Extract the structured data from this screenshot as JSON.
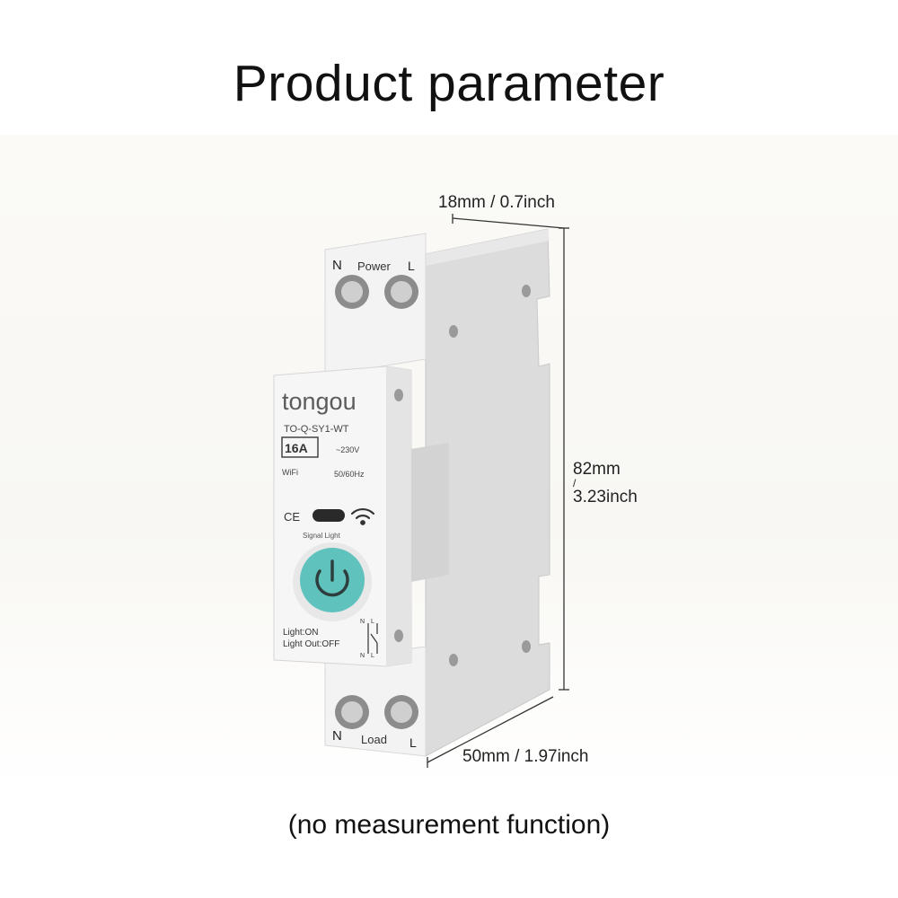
{
  "title": "Product parameter",
  "footnote": "(no measurement function)",
  "dimensions": {
    "width": "18mm / 0.7inch",
    "height_mm": "82mm",
    "height_sep": "/",
    "height_inch": "3.23inch",
    "depth": "50mm / 1.97inch"
  },
  "device": {
    "brand": "tongou",
    "model": "TO-Q-SY1-WT",
    "current": "16A",
    "voltage": "~230V",
    "connectivity": "WiFi",
    "frequency": "50/60Hz",
    "ce_mark": "CE",
    "signal_light": "Signal Light",
    "light_on": "Light:ON",
    "light_off": "Light Out:OFF",
    "top_terminal_n": "N",
    "top_terminal_label": "Power",
    "top_terminal_l": "L",
    "bottom_terminal_n": "N",
    "bottom_terminal_label": "Load",
    "bottom_terminal_l": "L",
    "diagram_n_top": "N",
    "diagram_l_top": "L",
    "diagram_n_bottom": "N",
    "diagram_l_bottom": "L",
    "accent_color": "#5fc2bc",
    "body_color": "#f1f1f1",
    "side_color": "#dadada"
  },
  "icons": [
    "wifi-icon",
    "power-icon",
    "ce-mark-icon"
  ]
}
